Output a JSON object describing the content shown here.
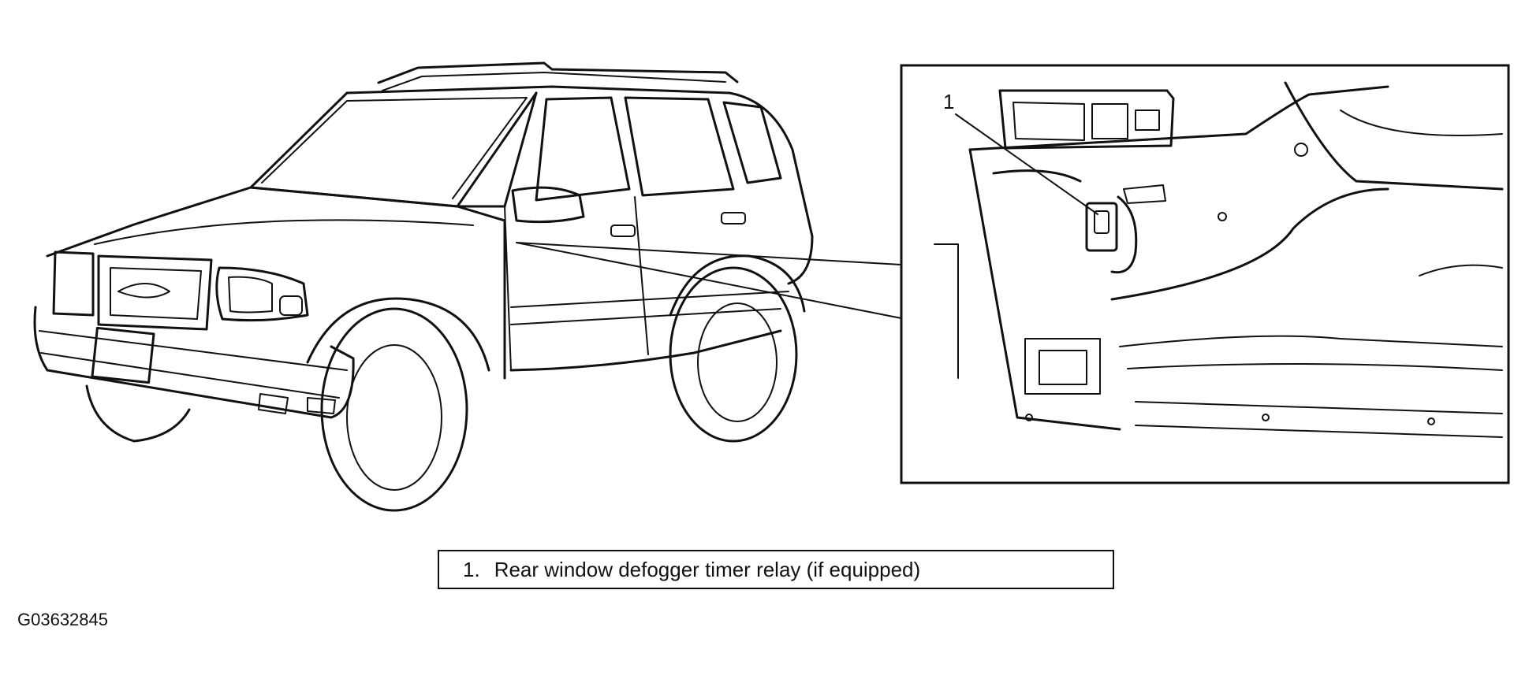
{
  "legend": {
    "items": [
      {
        "number": "1.",
        "text": "Rear window defogger timer relay (if equipped)"
      }
    ]
  },
  "callouts": [
    {
      "label": "1"
    }
  ],
  "figure_id": "G03632845"
}
